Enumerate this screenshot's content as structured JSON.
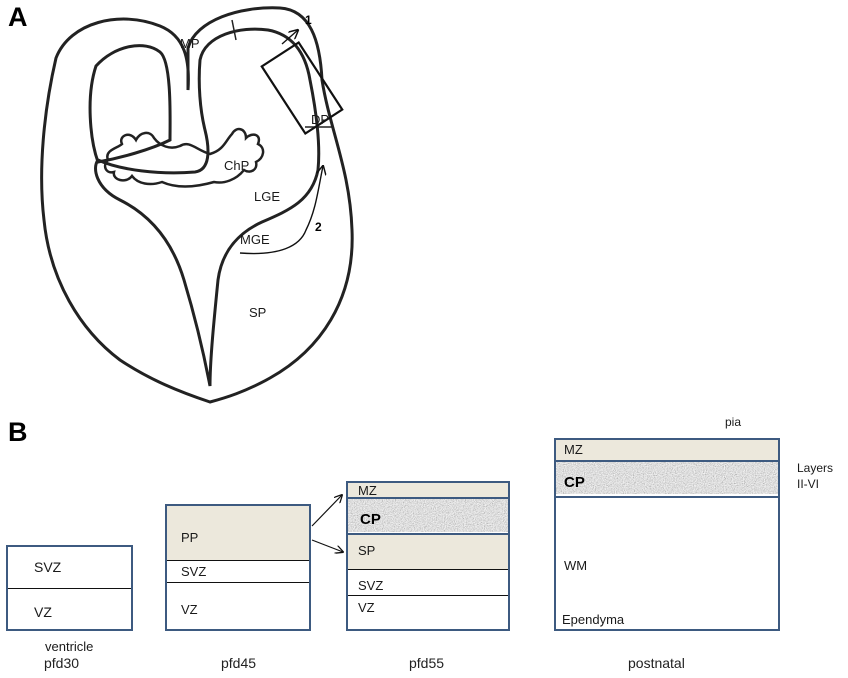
{
  "panels": {
    "a": "A",
    "b": "B"
  },
  "brain": {
    "mp": "MP",
    "dp": "DP",
    "chp": "ChP",
    "lge": "LGE",
    "mge": "MGE",
    "sp": "SP",
    "arrow1": "1",
    "arrow2": "2"
  },
  "stages": [
    {
      "name": "pfd30",
      "note": "ventricle",
      "zones": [
        "SVZ",
        "VZ"
      ]
    },
    {
      "name": "pfd45",
      "zones": [
        "PP",
        "SVZ",
        "VZ"
      ]
    },
    {
      "name": "pfd55",
      "zones": [
        "MZ",
        "CP",
        "SP",
        "SVZ",
        "VZ"
      ]
    },
    {
      "name": "postnatal",
      "top_note": "pia",
      "side_note_1": "Layers",
      "side_note_2": "II-VI",
      "zones": [
        "MZ",
        "CP",
        "WM",
        "Ependyma"
      ]
    }
  ]
}
